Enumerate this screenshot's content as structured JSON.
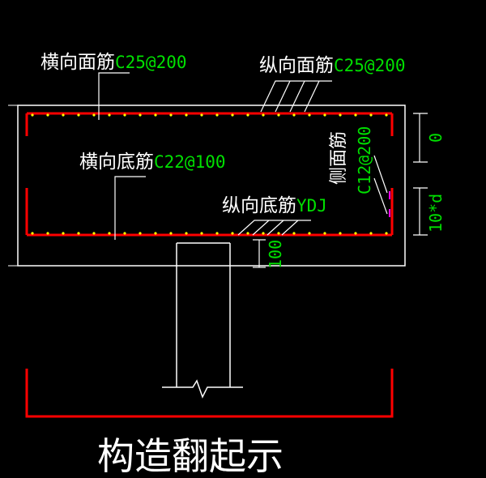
{
  "labels": {
    "transverse_top": {
      "name": "横向面筋",
      "code": "C25@200"
    },
    "longitudinal_top": {
      "name": "纵向面筋",
      "code": "C25@200"
    },
    "transverse_bottom": {
      "name": "横向底筋",
      "code": "C22@100"
    },
    "longitudinal_bottom": {
      "name": "纵向底筋",
      "code": "YDJ"
    },
    "side_bar": {
      "name": "侧面筋",
      "code": "C12@200"
    }
  },
  "dimensions": {
    "top_cover": "0",
    "bottom_anchor": "10*d",
    "pile_embed": "100"
  },
  "bottom_title": "构造翻起示",
  "colors": {
    "background": "#000000",
    "outline": "#ffffff",
    "rebar": "#ff0000",
    "dims": "#00e000",
    "dots": "#ffff00",
    "side_bar": "#ff00ff"
  }
}
